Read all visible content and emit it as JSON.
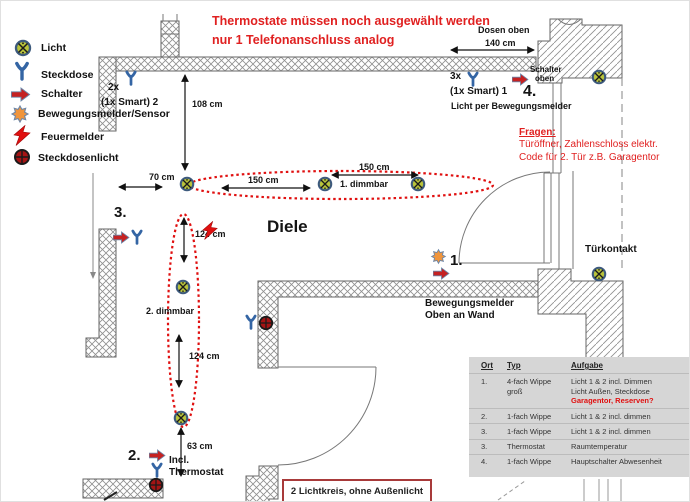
{
  "legend": {
    "items": [
      {
        "icon": "licht-icon",
        "label": "Licht"
      },
      {
        "icon": "steckdose-icon",
        "label": "Steckdose"
      },
      {
        "icon": "schalter-icon",
        "label": "Schalter"
      },
      {
        "icon": "bewegungsmelder-icon",
        "label": "Bewegungsmelder/Sensor"
      },
      {
        "icon": "feuermelder-icon",
        "label": "Feuermelder"
      },
      {
        "icon": "steckdosenlicht-icon",
        "label": "Steckdosenlicht"
      }
    ]
  },
  "notes": {
    "top_line1": "Thermostate müssen noch ausgewählt werden",
    "top_line2": "nur 1 Telefonanschluss analog",
    "fragen_title": "Fragen:",
    "fragen_line1": "Türöffner, Zahlenschloss elektr.",
    "fragen_line2": "Code für 2. Tür z.B. Garagentor",
    "bottom_box": "2 Lichtkreis, ohne Außenlicht"
  },
  "room": {
    "name": "Diele"
  },
  "annotations": {
    "sockets_left_qty": "2x",
    "sockets_left_smart": "(1x Smart) 2",
    "sockets_right_qty": "3x",
    "sockets_right_smart": "(1x Smart) 1",
    "licht_per_bewegungsmelder": "Licht per Bewegungsmelder",
    "schalter_oben_l1": "Schalter",
    "schalter_oben_l2": "oben",
    "dosen_oben_l1": "Dosen oben",
    "dosen_oben_l2": "140 cm",
    "bewegungsmelder_l1": "Bewegungsmelder",
    "bewegungsmelder_l2": "Oben an Wand",
    "tuerkontakt": "Türkontakt",
    "incl_thermostat_l1": "Incl.",
    "incl_thermostat_l2": "Thermostat",
    "dimmbar1": "1. dimmbar",
    "dimmbar2": "2. dimmbar",
    "pos1": "1.",
    "pos2": "2.",
    "pos3": "3.",
    "pos4": "4."
  },
  "dimensions": {
    "d108": "108 cm",
    "d70": "70 cm",
    "d150a": "150 cm",
    "d150b": "150 cm",
    "d124a": "124 cm",
    "d124b": "124 cm",
    "d63": "63 cm"
  },
  "table": {
    "headers": [
      "Ort",
      "Typ",
      "Aufgabe"
    ],
    "rows": [
      {
        "ort": "1.",
        "typ": "4-fach Wippe groß",
        "lines": [
          "Licht 1 & 2 incl. Dimmen",
          "Licht Außen, Steckdose",
          "Garagentor, Reserven?"
        ]
      },
      {
        "ort": "2.",
        "typ": "1-fach Wippe",
        "lines": [
          "Licht 1 & 2 incl. dimmen"
        ]
      },
      {
        "ort": "3.",
        "typ": "1-fach Wippe",
        "lines": [
          "Licht 1 & 2 incl. dimmen"
        ]
      },
      {
        "ort": "3.",
        "typ": "Thermostat",
        "lines": [
          "Raumtemperatur"
        ]
      },
      {
        "ort": "4.",
        "typ": "1-fach Wippe",
        "lines": [
          "Hauptschalter Abwesenheit"
        ]
      }
    ]
  },
  "colors": {
    "note_red": "#e02020",
    "ellipse_red": "#e01010",
    "wall_stroke": "#666666",
    "licht_fill": "#b9c43b",
    "steckdose_blue": "#3465a4",
    "schalter_red": "#c52222",
    "bewegungsmelder_orange": "#f0953c",
    "steckdosenlicht_red": "#a51414",
    "box_border": "#a83a3a",
    "table_bg": "#d6d6d6"
  }
}
